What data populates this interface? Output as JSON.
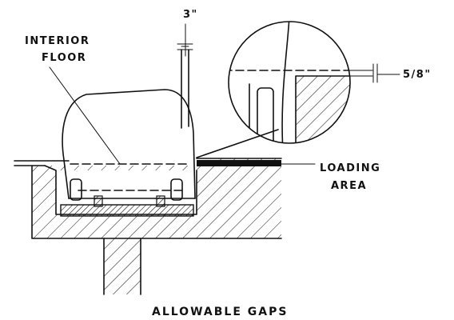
{
  "labels": {
    "interior_floor_line1": "INTERIOR",
    "interior_floor_line2": "FLOOR",
    "vertical_gap": "3\"",
    "horizontal_gap": "5/8\"",
    "loading_area_line1": "LOADING",
    "loading_area_line2": "AREA",
    "caption": "ALLOWABLE GAPS"
  },
  "colors": {
    "ink": "#111111",
    "background": "#ffffff"
  }
}
